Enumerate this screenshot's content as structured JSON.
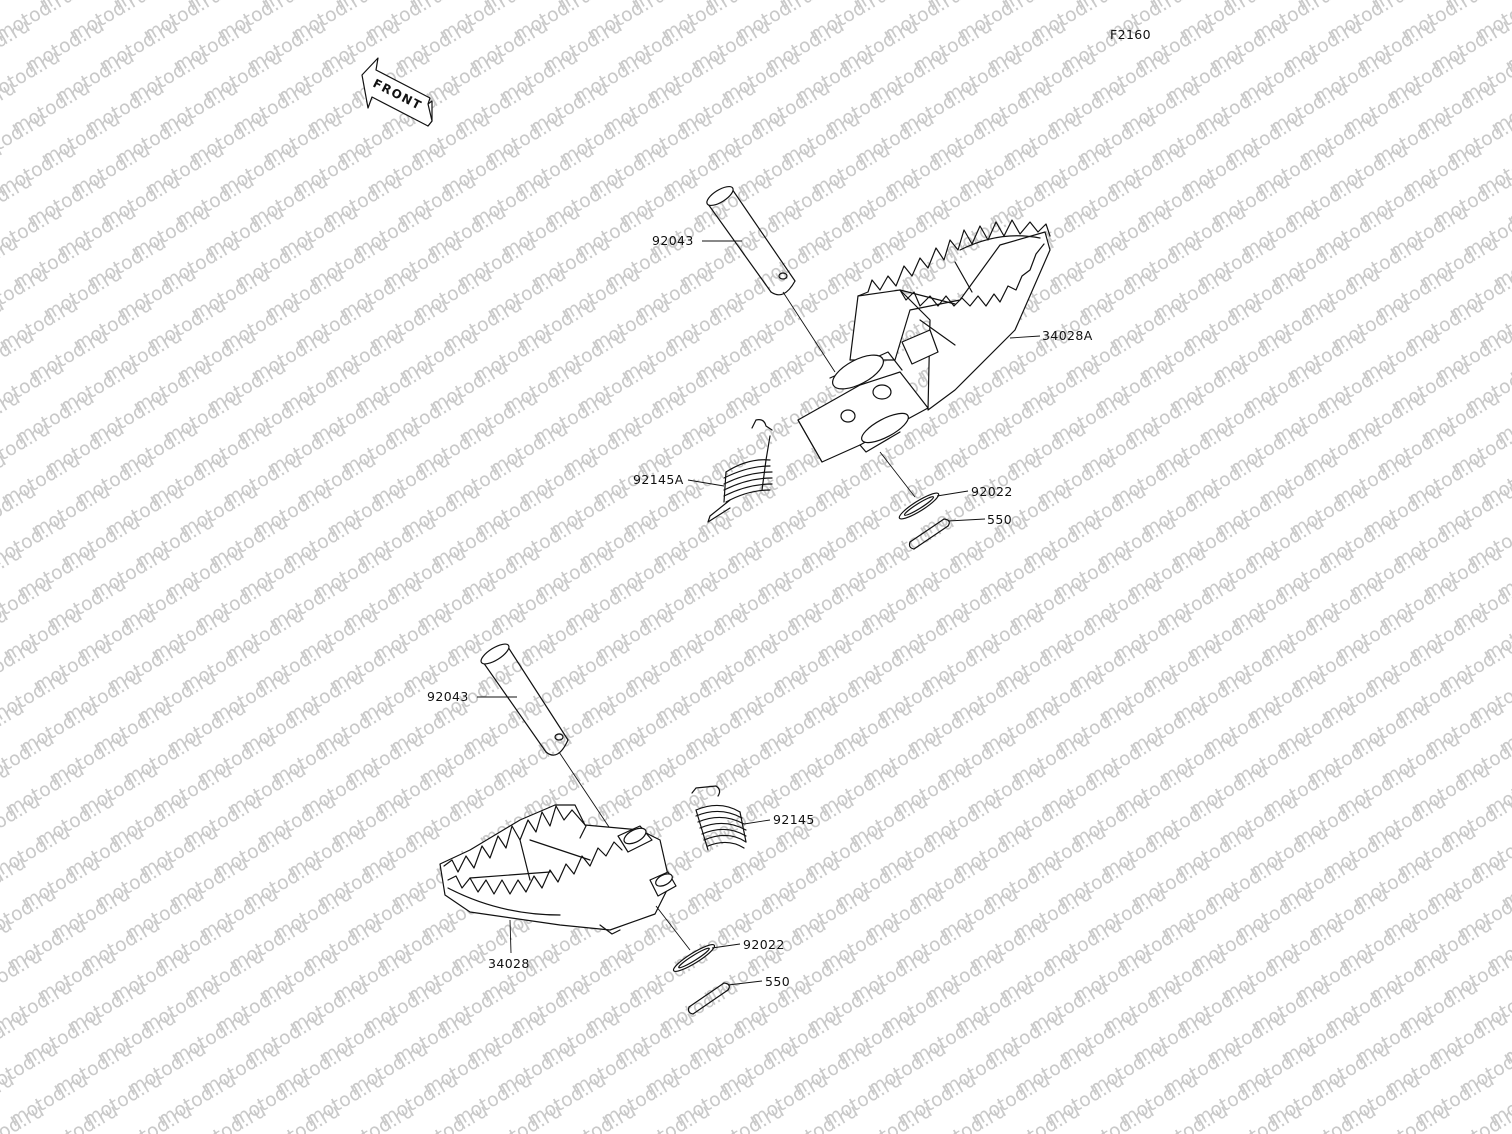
{
  "figure_code": "F2160",
  "watermark_text": "motod.ru",
  "front_arrow_label": "FRONT",
  "parts": {
    "upper": {
      "pin": "92043",
      "footpeg": "34028A",
      "spring": "92145A",
      "washer": "92022",
      "cotter_pin": "550"
    },
    "lower": {
      "pin": "92043",
      "footpeg": "34028",
      "spring": "92145",
      "washer": "92022",
      "cotter_pin": "550"
    }
  },
  "colors": {
    "line": "#111111",
    "watermark": "#c9c9c9",
    "background": "#ffffff"
  }
}
